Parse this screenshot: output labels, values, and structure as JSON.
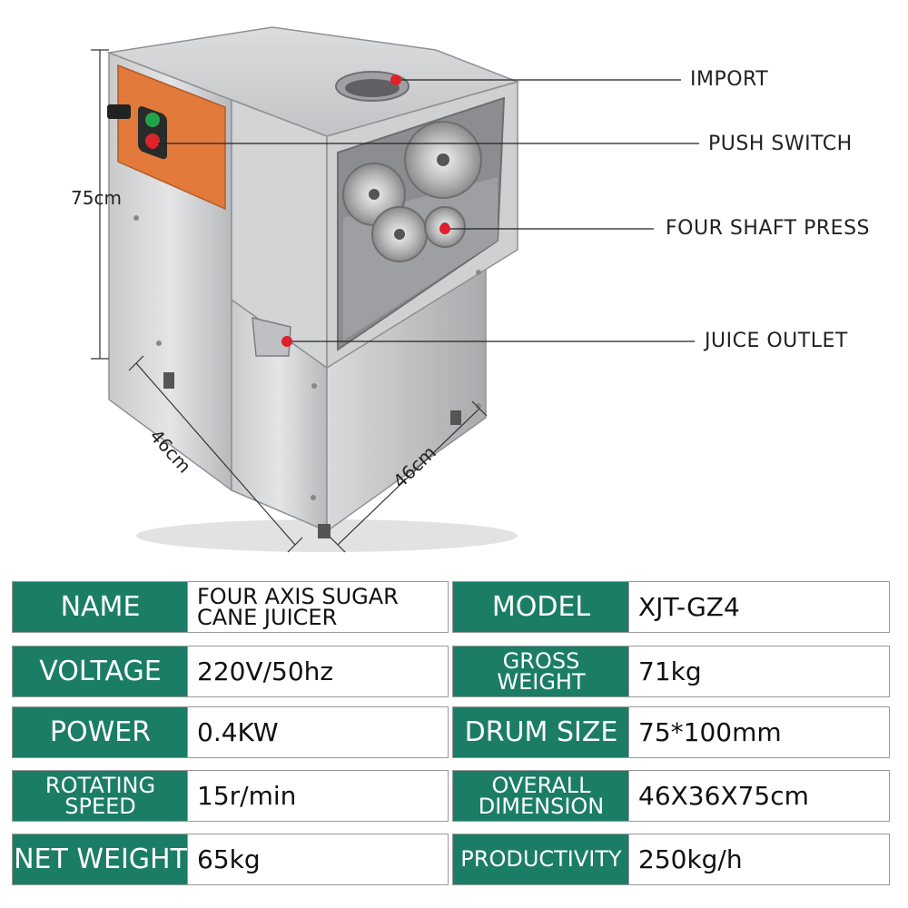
{
  "callouts": {
    "import": "IMPORT",
    "push_switch": "PUSH SWITCH",
    "four_shaft_press": "FOUR SHAFT PRESS",
    "juice_outlet": "JUICE OUTLET"
  },
  "dimensions": {
    "height": "75cm",
    "depth": "46cm",
    "width": "46cm"
  },
  "specs": {
    "name_label": "NAME",
    "name_value_line1": "FOUR AXIS SUGAR",
    "name_value_line2": "CANE JUICER",
    "model_label": "MODEL",
    "model_value": "XJT-GZ4",
    "voltage_label": "VOLTAGE",
    "voltage_value": "220V/50hz",
    "gross_weight_label_line1": "GROSS",
    "gross_weight_label_line2": "WEIGHT",
    "gross_weight_value": "71kg",
    "power_label": "POWER",
    "power_value": "0.4KW",
    "drum_size_label": "DRUM SIZE",
    "drum_size_value": "75*100mm",
    "rotating_speed_label_line1": "ROTATING",
    "rotating_speed_label_line2": "SPEED",
    "rotating_speed_value": "15r/min",
    "overall_dimension_label_line1": "OVERALL",
    "overall_dimension_label_line2": "DIMENSION",
    "overall_dimension_value": "46X36X75cm",
    "net_weight_label": "NET WEIGHT",
    "net_weight_value": "65kg",
    "productivity_label": "PRODUCTIVITY",
    "productivity_value": "250kg/h"
  },
  "colors": {
    "label_bg": "#1b7d66",
    "callout_dot": "#e0202a",
    "panel_orange": "#e27a3c"
  }
}
